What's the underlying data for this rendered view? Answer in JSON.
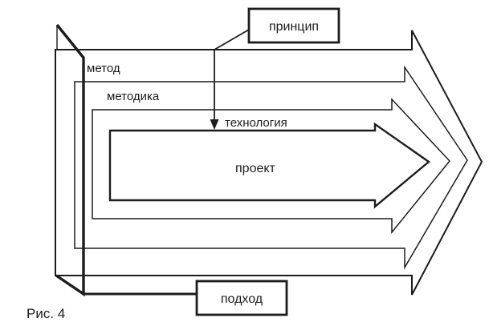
{
  "figure": {
    "caption": "Рис. 4",
    "boxes": {
      "principle": "принцип",
      "approach": "подход"
    },
    "layers": {
      "method": "метод",
      "methodology": "методика",
      "technology": "технология",
      "project": "проект"
    },
    "colors": {
      "ink": "#1c1c1c",
      "background": "#ffffff"
    }
  }
}
